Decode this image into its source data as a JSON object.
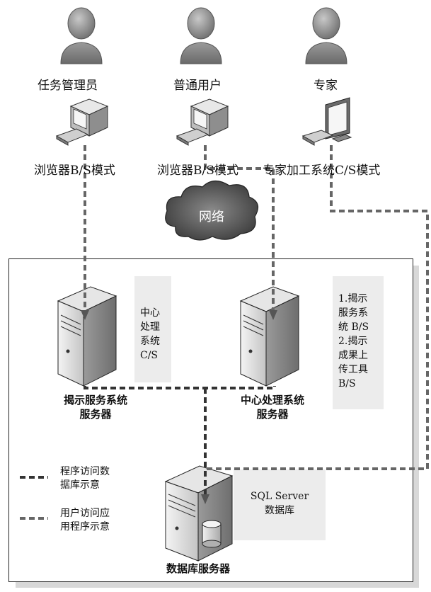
{
  "users": [
    {
      "label": "任务管理员"
    },
    {
      "label": "普通用户"
    },
    {
      "label": "专家"
    }
  ],
  "modes": [
    {
      "label": "浏览器B/S模式"
    },
    {
      "label": "浏览器B/S模式"
    },
    {
      "label": "专家加工系统C/S模式"
    }
  ],
  "cloud": {
    "label": "网络"
  },
  "servers": {
    "left": {
      "line1": "揭示服务系统",
      "line2": "服务器"
    },
    "center": {
      "line1": "中心处理系统",
      "line2": "服务器"
    },
    "db": {
      "label": "数据库服务器"
    }
  },
  "notes": {
    "left": {
      "l1": "中心",
      "l2": "处理",
      "l3": "系统",
      "l4": "C/S"
    },
    "right": {
      "l1": "1.揭示",
      "l2": "服务系",
      "l3": "统 B/S",
      "l4": "2.揭示",
      "l5": "成果上",
      "l6": "传工具",
      "l7": "B/S"
    },
    "db": {
      "l1": "SQL  Server",
      "l2": "数据库"
    }
  },
  "legend": {
    "program": {
      "l1": "程序访问数",
      "l2": "据库示意"
    },
    "user": {
      "l1": "用户访问应",
      "l2": "用程序示意"
    }
  },
  "colors": {
    "program_line": "#333333",
    "user_line": "#666666"
  }
}
